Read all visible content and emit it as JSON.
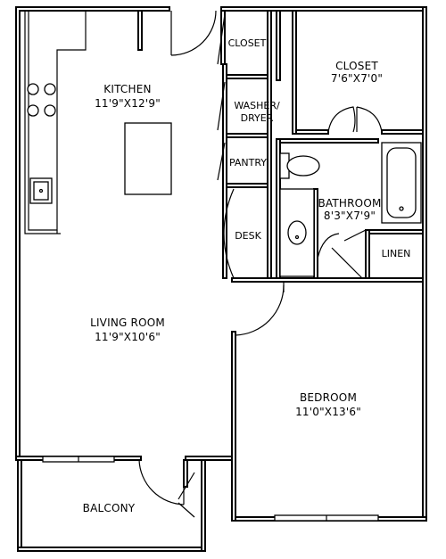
{
  "rooms": {
    "kitchen": {
      "name": "KITCHEN",
      "dims": "11'9\"X12'9\""
    },
    "living_room": {
      "name": "LIVING ROOM",
      "dims": "11'9\"X10'6\""
    },
    "bedroom": {
      "name": "BEDROOM",
      "dims": "11'0\"X13'6\""
    },
    "bathroom": {
      "name": "BATHROOM",
      "dims": "8'3\"X7'9\""
    },
    "closet_large": {
      "name": "CLOSET",
      "dims": "7'6\"X7'0\""
    },
    "closet_small": {
      "name": "CLOSET"
    },
    "washer_dryer": {
      "line1": "WASHER/",
      "line2": "DRYER"
    },
    "pantry": {
      "name": "PANTRY"
    },
    "desk": {
      "name": "DESK"
    },
    "linen": {
      "name": "LINEN"
    },
    "balcony": {
      "name": "BALCONY"
    }
  }
}
